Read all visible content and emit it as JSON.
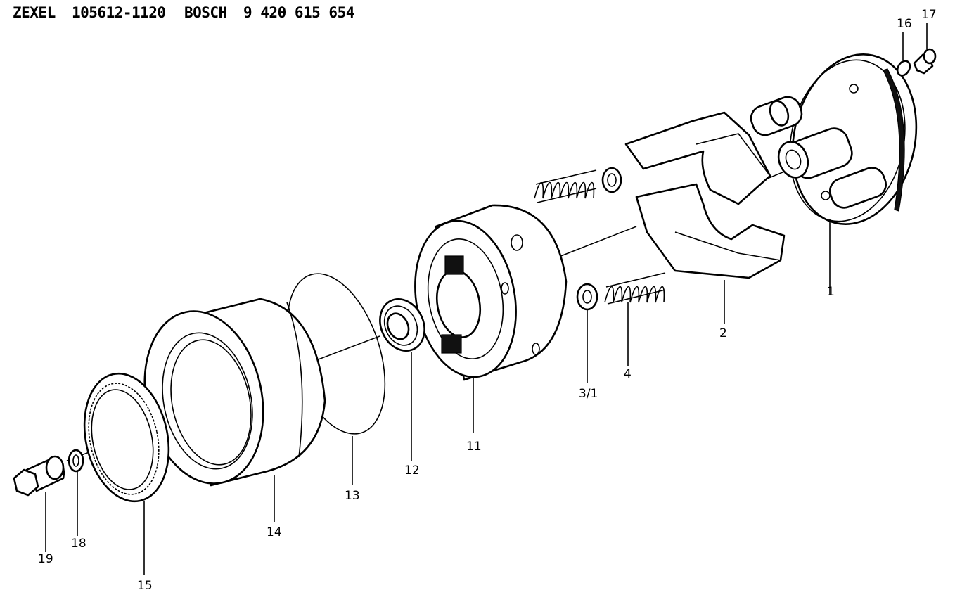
{
  "header": {
    "brand": "ZEXEL",
    "zexel_number": "105612-1120",
    "maker": "BOSCH",
    "bosch_number": "9 420 615 654"
  },
  "callouts": {
    "c1": "1",
    "c2": "2",
    "c3": "3/1",
    "c4": "4",
    "c11": "11",
    "c12": "12",
    "c13": "13",
    "c14": "14",
    "c15": "15",
    "c16": "16",
    "c17": "17",
    "c18": "18",
    "c19": "19"
  }
}
